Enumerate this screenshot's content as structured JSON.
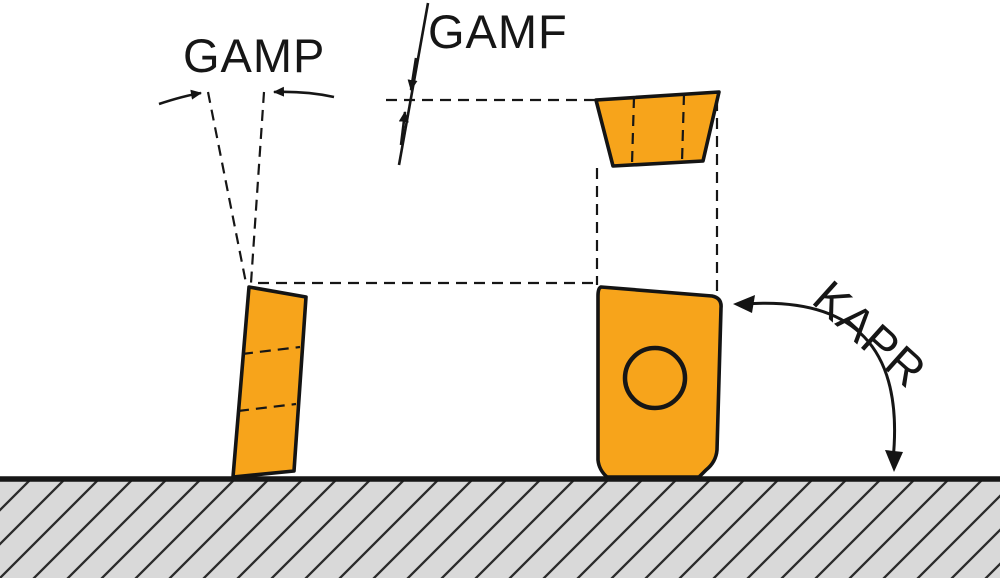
{
  "diagram": {
    "labels": {
      "gamp": "GAMP",
      "gamf": "GAMF",
      "kapr": "KAPR"
    },
    "colors": {
      "insert": "#F7A41B",
      "ground_fill": "#D9D9D9",
      "line": "#161616",
      "background": "#FFFFFF"
    }
  }
}
